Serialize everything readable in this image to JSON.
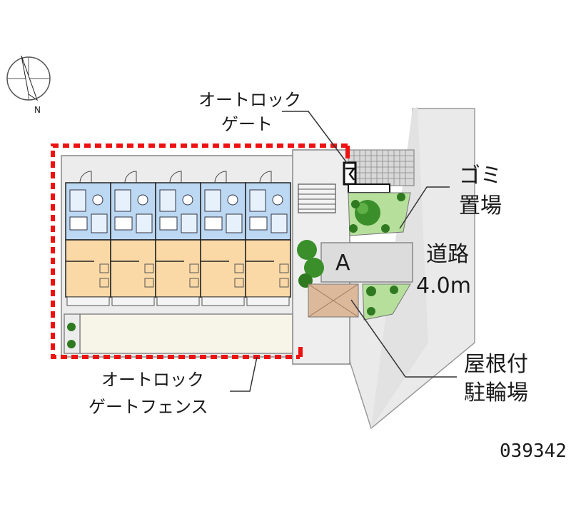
{
  "labels": {
    "autolock_gate_line1": "オートロック",
    "autolock_gate_line2": "ゲート",
    "garbage_line1": "ゴミ",
    "garbage_line2": "置場",
    "road_line1": "道路",
    "road_line2": "4.0m",
    "parking_marker": "A",
    "bike_line1": "屋根付",
    "bike_line2": "駐輪場",
    "fence_line1": "オートロック",
    "fence_line2": "ゲートフェンス",
    "compass_n": "N",
    "property_id": "039342"
  },
  "colors": {
    "boundary": "#ee1111",
    "bathroom": "#bcd8f2",
    "room": "#fad9a6",
    "ground": "#eaeaea",
    "wall": "#222222",
    "garden": "#a9d98d",
    "tree": "#3b8f2a",
    "bike_roof": "#d9b79a"
  },
  "units": {
    "count": 5
  }
}
